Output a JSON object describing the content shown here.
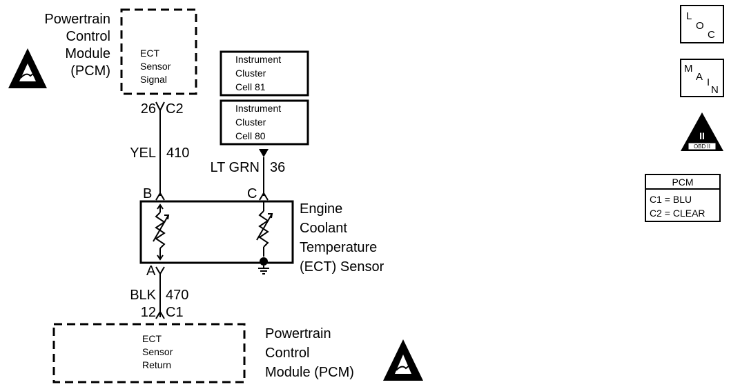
{
  "pcm_top": {
    "title_lines": [
      "Powertrain",
      "Control",
      "Module",
      "(PCM)"
    ],
    "inner_lines": [
      "ECT",
      "Sensor",
      "Signal"
    ],
    "pin": "26",
    "connector": "C2"
  },
  "wire_signal": {
    "color": "YEL",
    "circuit": "410"
  },
  "cluster_81": {
    "lines": [
      "Instrument",
      "Cluster",
      "Cell 81"
    ]
  },
  "cluster_80": {
    "lines": [
      "Instrument",
      "Cluster",
      "Cell 80"
    ]
  },
  "wire_cluster": {
    "color": "LT GRN",
    "circuit": "36"
  },
  "sensor": {
    "pin_b": "B",
    "pin_c": "C",
    "pin_a": "A",
    "title_lines": [
      "Engine",
      "Coolant",
      "Temperature",
      "(ECT) Sensor"
    ]
  },
  "wire_return": {
    "color": "BLK",
    "circuit": "470",
    "pin": "12",
    "connector": "C1"
  },
  "pcm_bottom": {
    "title_lines": [
      "Powertrain",
      "Control",
      "Module (PCM)"
    ],
    "inner_lines": [
      "ECT",
      "Sensor",
      "Return"
    ]
  },
  "badges": {
    "loc": {
      "big": "L",
      "o": "O",
      "c": "C"
    },
    "main": {
      "m": "M",
      "a": "A",
      "i": "I",
      "n": "N"
    },
    "obd": {
      "numeral": "II",
      "label": "OBD II"
    }
  },
  "legend": {
    "title": "PCM",
    "lines": [
      "C1 = BLU",
      "C2 = CLEAR"
    ]
  },
  "icons": [
    "esd-warning-icon",
    "esd-warning-icon",
    "ground-icon",
    "thermistor-icon",
    "obd-ii-icon"
  ]
}
